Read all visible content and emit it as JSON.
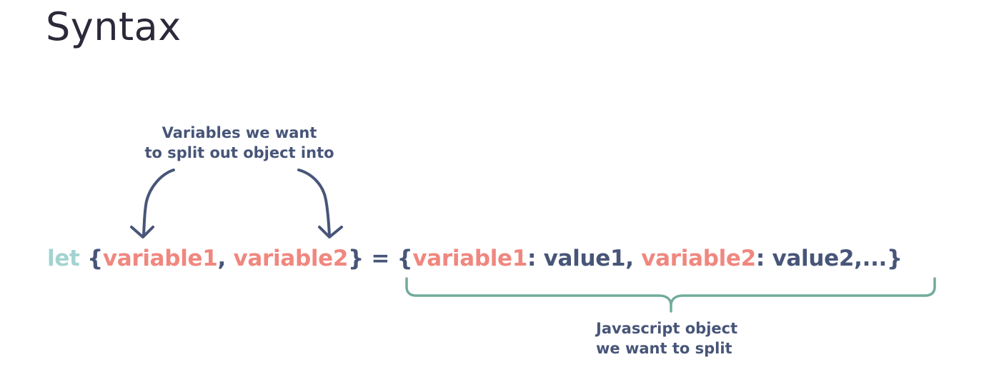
{
  "title": "Syntax",
  "annotations": {
    "top_line1": "Variables we want",
    "top_line2": "to split out object into",
    "bottom_line1": "Javascript object",
    "bottom_line2": "we want to split"
  },
  "code": {
    "keyword": "let",
    "open_brace": " {",
    "var1": "variable1",
    "comma1": ", ",
    "var2": "variable2",
    "close_brace_eq": "} = {",
    "obj_var1": "variable1",
    "obj_val1": ": value1, ",
    "obj_var2": "variable2",
    "obj_val2": ": value2,...}"
  },
  "colors": {
    "title": "#2b2a3a",
    "text": "#475578",
    "keyword": "#a3d3d0",
    "variable": "#f0877f",
    "brace": "#72ab9c",
    "arrow": "#475578"
  }
}
